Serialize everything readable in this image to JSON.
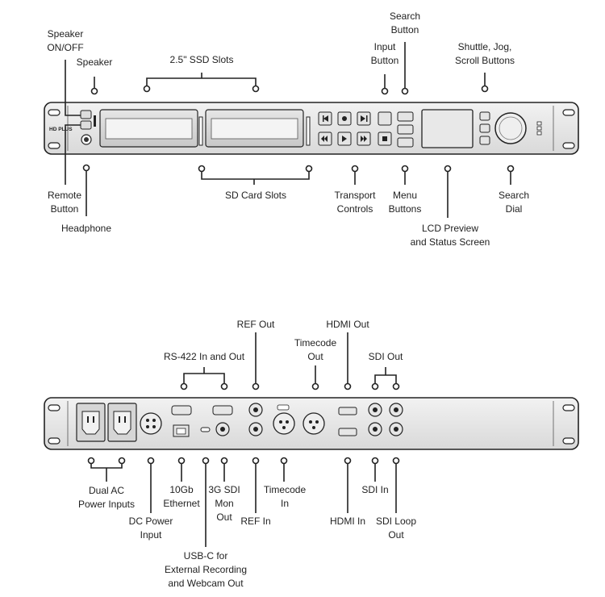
{
  "front_panel": {
    "logo": "HD PLUS",
    "labels": {
      "speaker_on_off": "Speaker\nON/OFF",
      "speaker": "Speaker",
      "ssd_slots": "2.5\" SSD Slots",
      "input_button": "Input\nButton",
      "search_button": "Search\nButton",
      "shuttle_jog_scroll": "Shuttle, Jog,\nScroll Buttons",
      "remote_button": "Remote\nButton",
      "headphone": "Headphone",
      "sd_card_slots": "SD Card Slots",
      "transport_controls": "Transport\nControls",
      "menu_buttons": "Menu\nButtons",
      "lcd_preview": "LCD Preview\nand Status Screen",
      "search_dial": "Search\nDial"
    }
  },
  "rear_panel": {
    "labels": {
      "ref_out": "REF Out",
      "hdmi_out": "HDMI Out",
      "rs422": "RS-422 In and Out",
      "timecode_out": "Timecode\nOut",
      "sdi_out": "SDI Out",
      "dual_ac": "Dual AC\nPower Inputs",
      "dc_power": "DC Power\nInput",
      "ethernet": "10Gb\nEthernet",
      "usbc": "USB-C for\nExternal Recording\nand Webcam Out",
      "sdi_mon_out": "3G SDI\nMon\nOut",
      "ref_in": "REF In",
      "timecode_in": "Timecode\nIn",
      "hdmi_in": "HDMI In",
      "sdi_in": "SDI In",
      "sdi_loop_out": "SDI Loop\nOut"
    }
  }
}
